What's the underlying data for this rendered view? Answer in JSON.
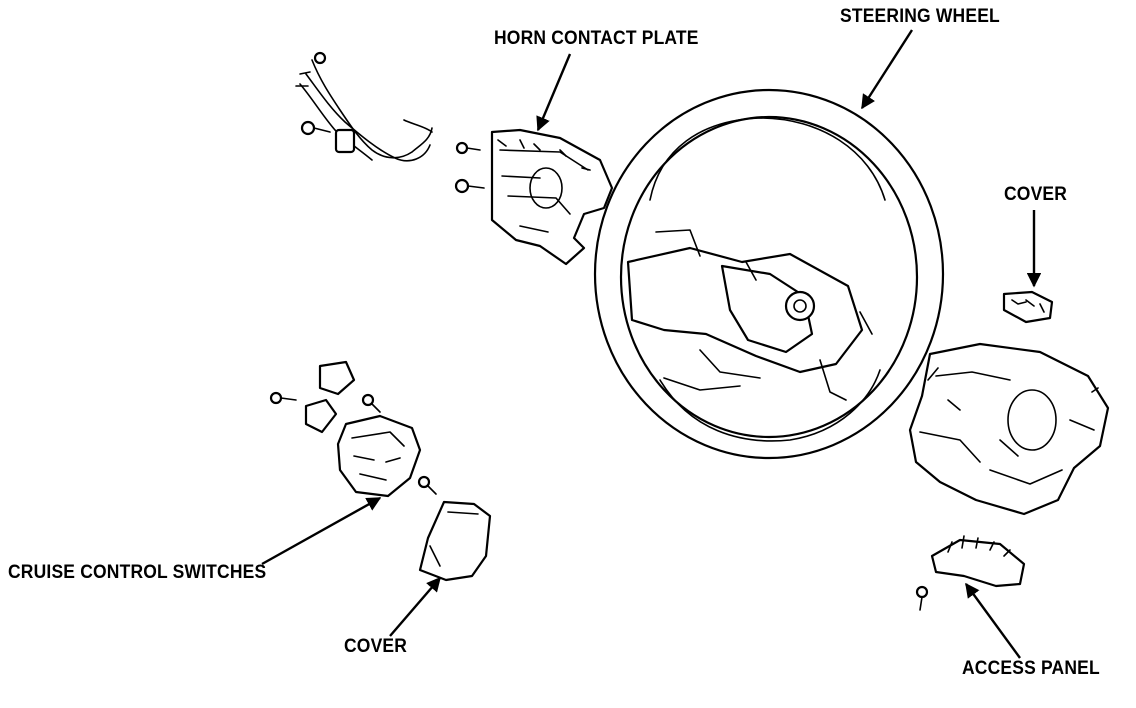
{
  "labels": {
    "horn_contact_plate": "HORN CONTACT PLATE",
    "steering_wheel": "STEERING WHEEL",
    "cover_right": "COVER",
    "cruise_control_switches": "CRUISE CONTROL SWITCHES",
    "cover_left": "COVER",
    "access_panel": "ACCESS PANEL"
  }
}
